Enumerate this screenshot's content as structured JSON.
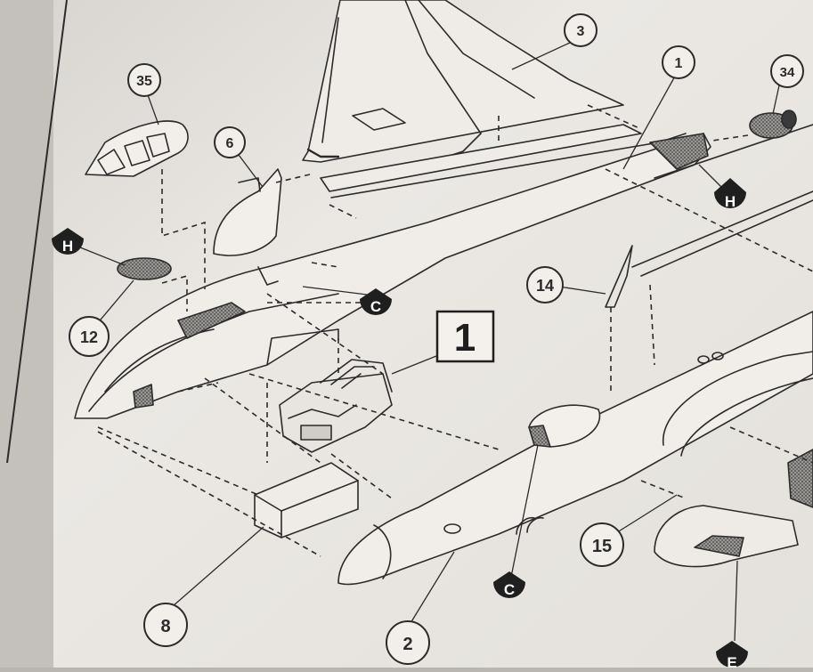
{
  "step": {
    "number": "1"
  },
  "callouts": {
    "c1": "1",
    "c2": "2",
    "c3": "3",
    "c6": "6",
    "c8": "8",
    "c12": "12",
    "c14": "14",
    "c15": "15",
    "c34": "34",
    "c35": "35"
  },
  "color_markers": {
    "h_top": "H",
    "h_left": "H",
    "c_mid": "C",
    "c_bottom": "C",
    "e_bottom": "E"
  },
  "colors": {
    "paper": "#ece9e5",
    "ink": "#2b2b2b",
    "shadow": "#b9b6b2"
  }
}
